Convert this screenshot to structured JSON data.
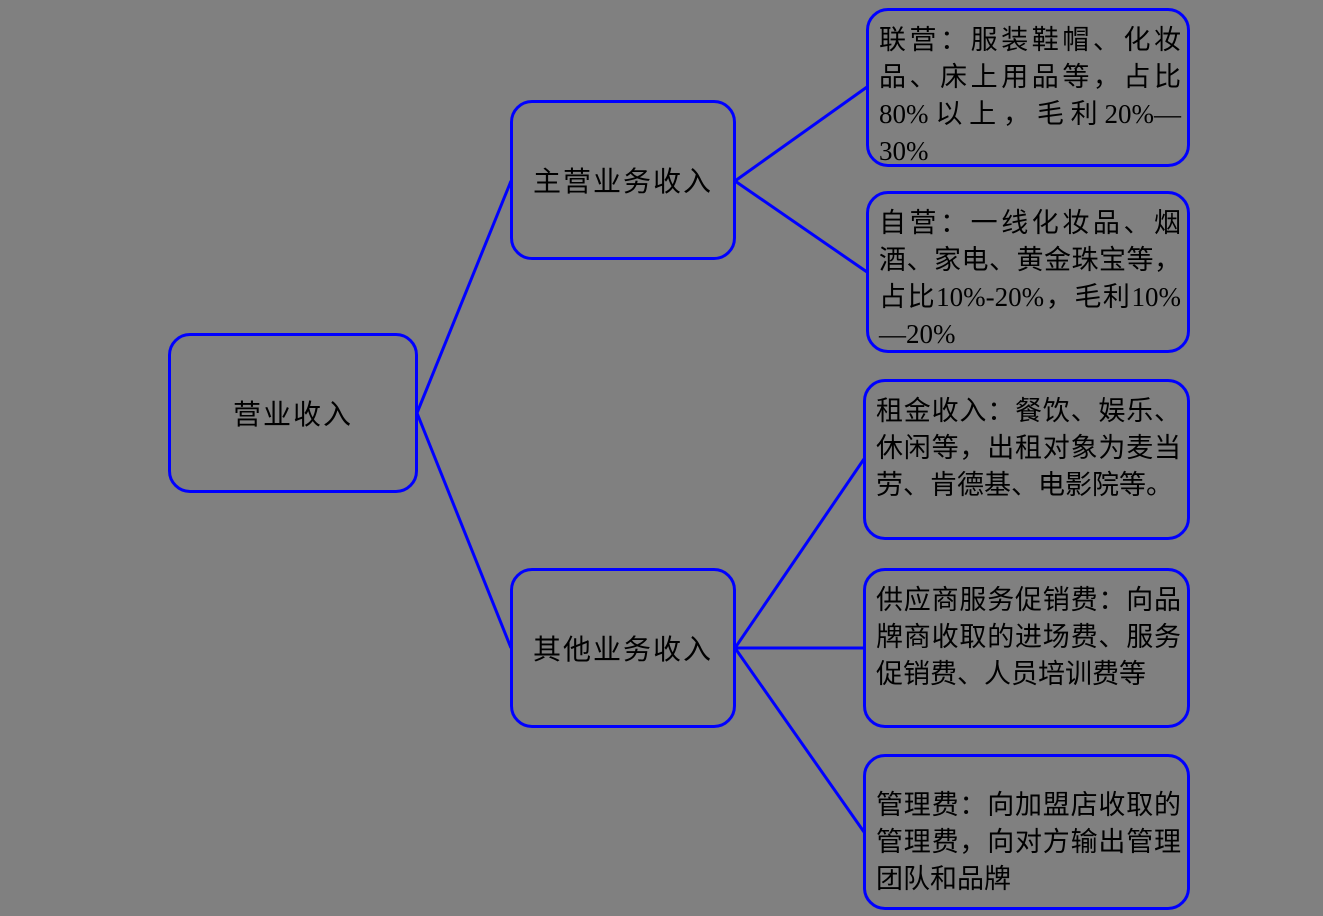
{
  "colors": {
    "background": "#808080",
    "border": "#0000ff",
    "connector": "#0000ff",
    "text": "#000000"
  },
  "diagram": {
    "root": {
      "label": "营业收入"
    },
    "branch_main": {
      "label": "主营业务收入"
    },
    "branch_other": {
      "label": "其他业务收入"
    },
    "leaf_joint_operation": {
      "text": "联营：服装鞋帽、化妆品、床上用品等，占比80%以上，毛利20%—30%"
    },
    "leaf_self_operation": {
      "text": "自营：一线化妆品、烟酒、家电、黄金珠宝等，占比10%-20%，毛利10%—20%"
    },
    "leaf_rent_income": {
      "text": "租金收入：餐饮、娱乐、休闲等，出租对象为麦当劳、肯德基、电影院等。"
    },
    "leaf_supplier_fee": {
      "text": "供应商服务促销费：向品牌商收取的进场费、服务促销费、人员培训费等"
    },
    "leaf_management_fee": {
      "text": "管理费：向加盟店收取的管理费，向对方输出管理团队和品牌"
    }
  }
}
